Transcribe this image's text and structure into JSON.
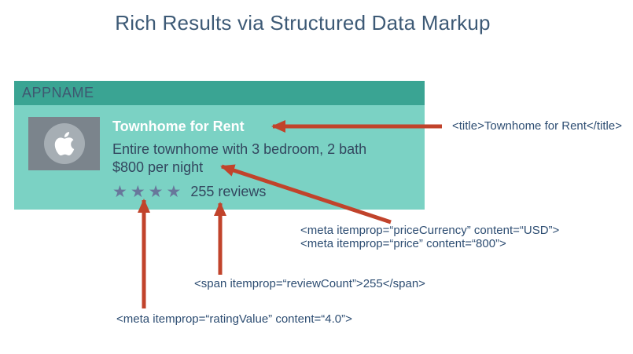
{
  "page": {
    "title": "Rich Results via Structured Data Markup"
  },
  "card": {
    "app_name": "APPNAME",
    "listing": {
      "title": "Townhome for Rent",
      "description": "Entire townhome with 3 bedroom, 2 bath",
      "price_line": "$800 per night",
      "rating_value": 4,
      "rating_max": 5,
      "stars_text": "★★★★",
      "review_count": "255",
      "reviews_label": "255 reviews"
    }
  },
  "annotations": {
    "title_tag": "<title>Townhome for Rent</title>",
    "price_currency_meta": "<meta itemprop=“priceCurrency” content=“USD”>",
    "price_meta": "<meta itemprop=“price” content=“800”>",
    "review_count_span": "<span itemprop=“reviewCount”>255</span>",
    "rating_value_meta": "<meta itemprop=“ratingValue” content=“4.0”>"
  },
  "colors": {
    "heading_text": "#3D5A76",
    "card_header_teal": "#3AA493",
    "card_body_teal": "#7BD2C4",
    "app_name_text": "#3E5770",
    "card_text": "#33475F",
    "card_title_text": "#FFFFFF",
    "star_color": "#68779B",
    "annotation_text": "#2D4D72",
    "arrow_red": "#C1432B",
    "icon_rect_gray": "#7B848C",
    "icon_circle_gray": "#A6AEB4"
  }
}
